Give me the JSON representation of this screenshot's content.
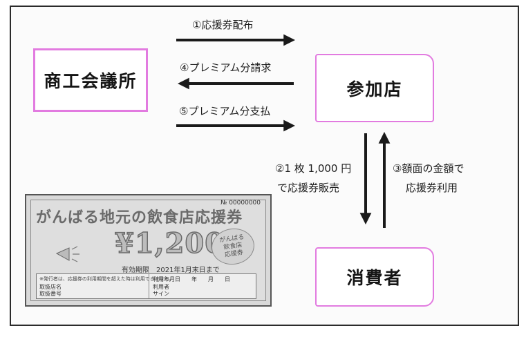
{
  "nodes": {
    "chamber": "商工会議所",
    "store": "参加店",
    "consumer": "消費者"
  },
  "flows": {
    "distribute": "①応援券配布",
    "premium_request": "④プレミアム分請求",
    "premium_payment": "⑤プレミアム分支払",
    "sale_line1": "②1 枚 1,000 円",
    "sale_line2": "で応援券販売",
    "use_line1": "③額面の金額で",
    "use_line2": "応援券利用"
  },
  "ticket": {
    "number": "№ 00000000",
    "title": "がんばる地元の飲食店応援券",
    "amount": "¥1,200",
    "validity": "有効期限　2021年1月末日まで",
    "stamp_line1": "がんばる",
    "stamp_line2": "飲食店",
    "stamp_line3": "応援券",
    "form_note": "※発行者は、応援券の利用期間を超えた時は利用できません。",
    "form_left": "取扱店名\n取扱番号",
    "form_date": "利用年月日　　年　　月　　日",
    "form_right": "利用者\nサイン"
  },
  "colors": {
    "node_border": "#e27be0",
    "arrow": "#1a1a1a"
  }
}
